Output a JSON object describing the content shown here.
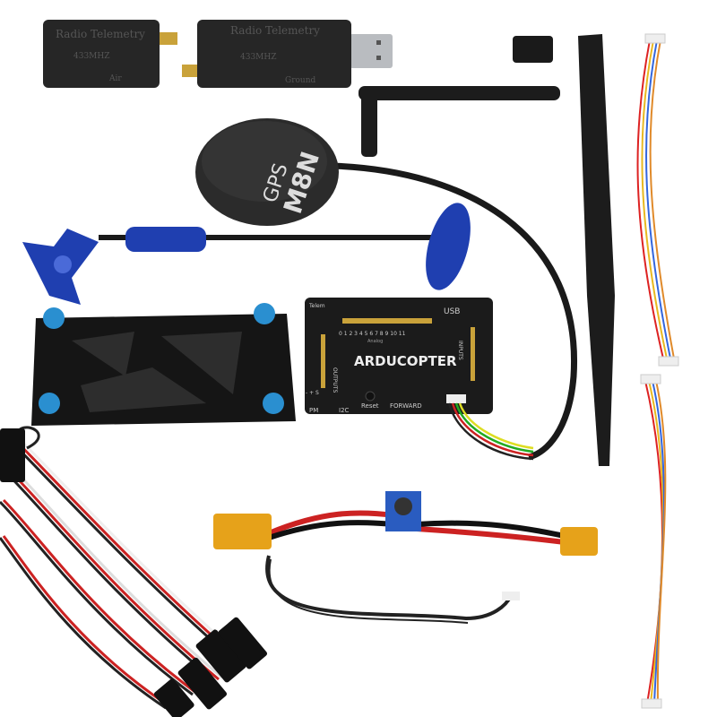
{
  "telemetry_air": {
    "title": "Radio Telemetry",
    "freq": "433MHZ",
    "role": "Air"
  },
  "telemetry_ground": {
    "title": "Radio Telemetry",
    "freq": "433MHZ",
    "role": "Ground"
  },
  "gps": {
    "line1": "GPS",
    "line2": "M8N"
  },
  "flight_controller": {
    "brand": "ARDUCOPTER",
    "usb": "USB",
    "telem": "Telem",
    "outputs": "OUTPUTS",
    "inputs": "INPUTS",
    "analog": "Analog",
    "analog_pins": "0 1 2 3 4 5 6 7 8 9 10 11",
    "pm": "PM",
    "i2c": "I2C",
    "reset": "Reset",
    "forward": "FORWARD",
    "power_marks": "- + S"
  },
  "colors": {
    "mount_blue": "#1f3fb0",
    "pcb_black": "#1b1b1b",
    "xt60_yellow": "#e6a21a",
    "gold": "#c9a23a"
  }
}
